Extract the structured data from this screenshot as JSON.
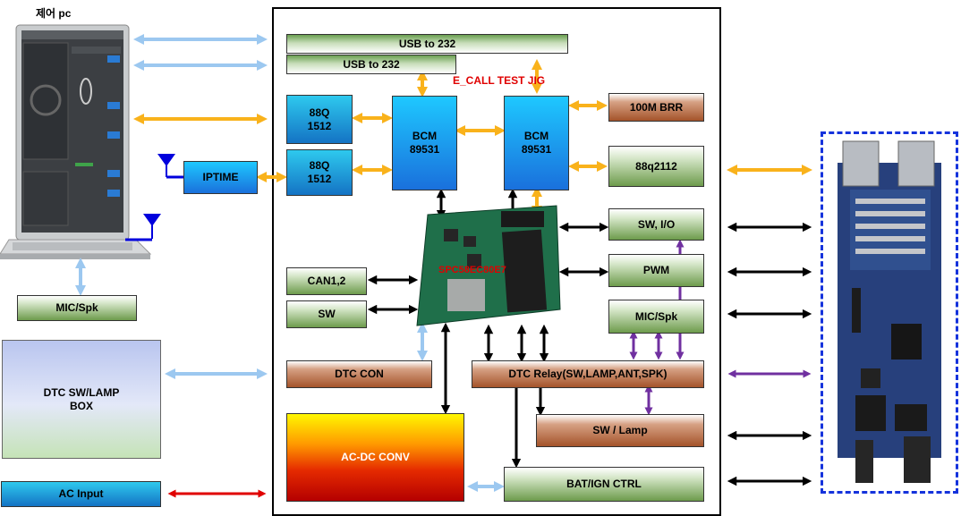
{
  "pc_label": "제어 pc",
  "boxes": {
    "usb_232_a": "USB to 232",
    "usb_232_b": "USB to 232",
    "q88_1512_a": "88Q\n1512",
    "q88_1512_b": "88Q\n1512",
    "bcm_a": "BCM\n89531",
    "bcm_b": "BCM\n89531",
    "brr_100m": "100M BRR",
    "q88_2112": "88q2112",
    "iptime": "IPTIME",
    "sw_io": "SW, I/O",
    "pwm": "PWM",
    "mic_spk_right": "MIC/Spk",
    "can12": "CAN1,2",
    "sw": "SW",
    "dtc_con": "DTC CON",
    "dtc_relay": "DTC Relay(SW,LAMP,ANT,SPK)",
    "sw_lamp": "SW / Lamp",
    "ac_dc_conv": "AC-DC CONV",
    "bat_ign": "BAT/IGN CTRL",
    "mic_spk_left": "MIC/Spk",
    "dtc_box": "DTC SW/LAMP\nBOX",
    "ac_input": "AC Input"
  },
  "ecall_label": "E_CALL TEST JIG",
  "module_label": "SPC58EC80E7",
  "colors": {
    "arrow_light_blue": "#9cc8f0",
    "arrow_orange": "#f9b21b",
    "arrow_black": "#000000",
    "arrow_purple": "#7030a0",
    "arrow_red": "#e00000",
    "pcb_border": "#1533dc"
  }
}
